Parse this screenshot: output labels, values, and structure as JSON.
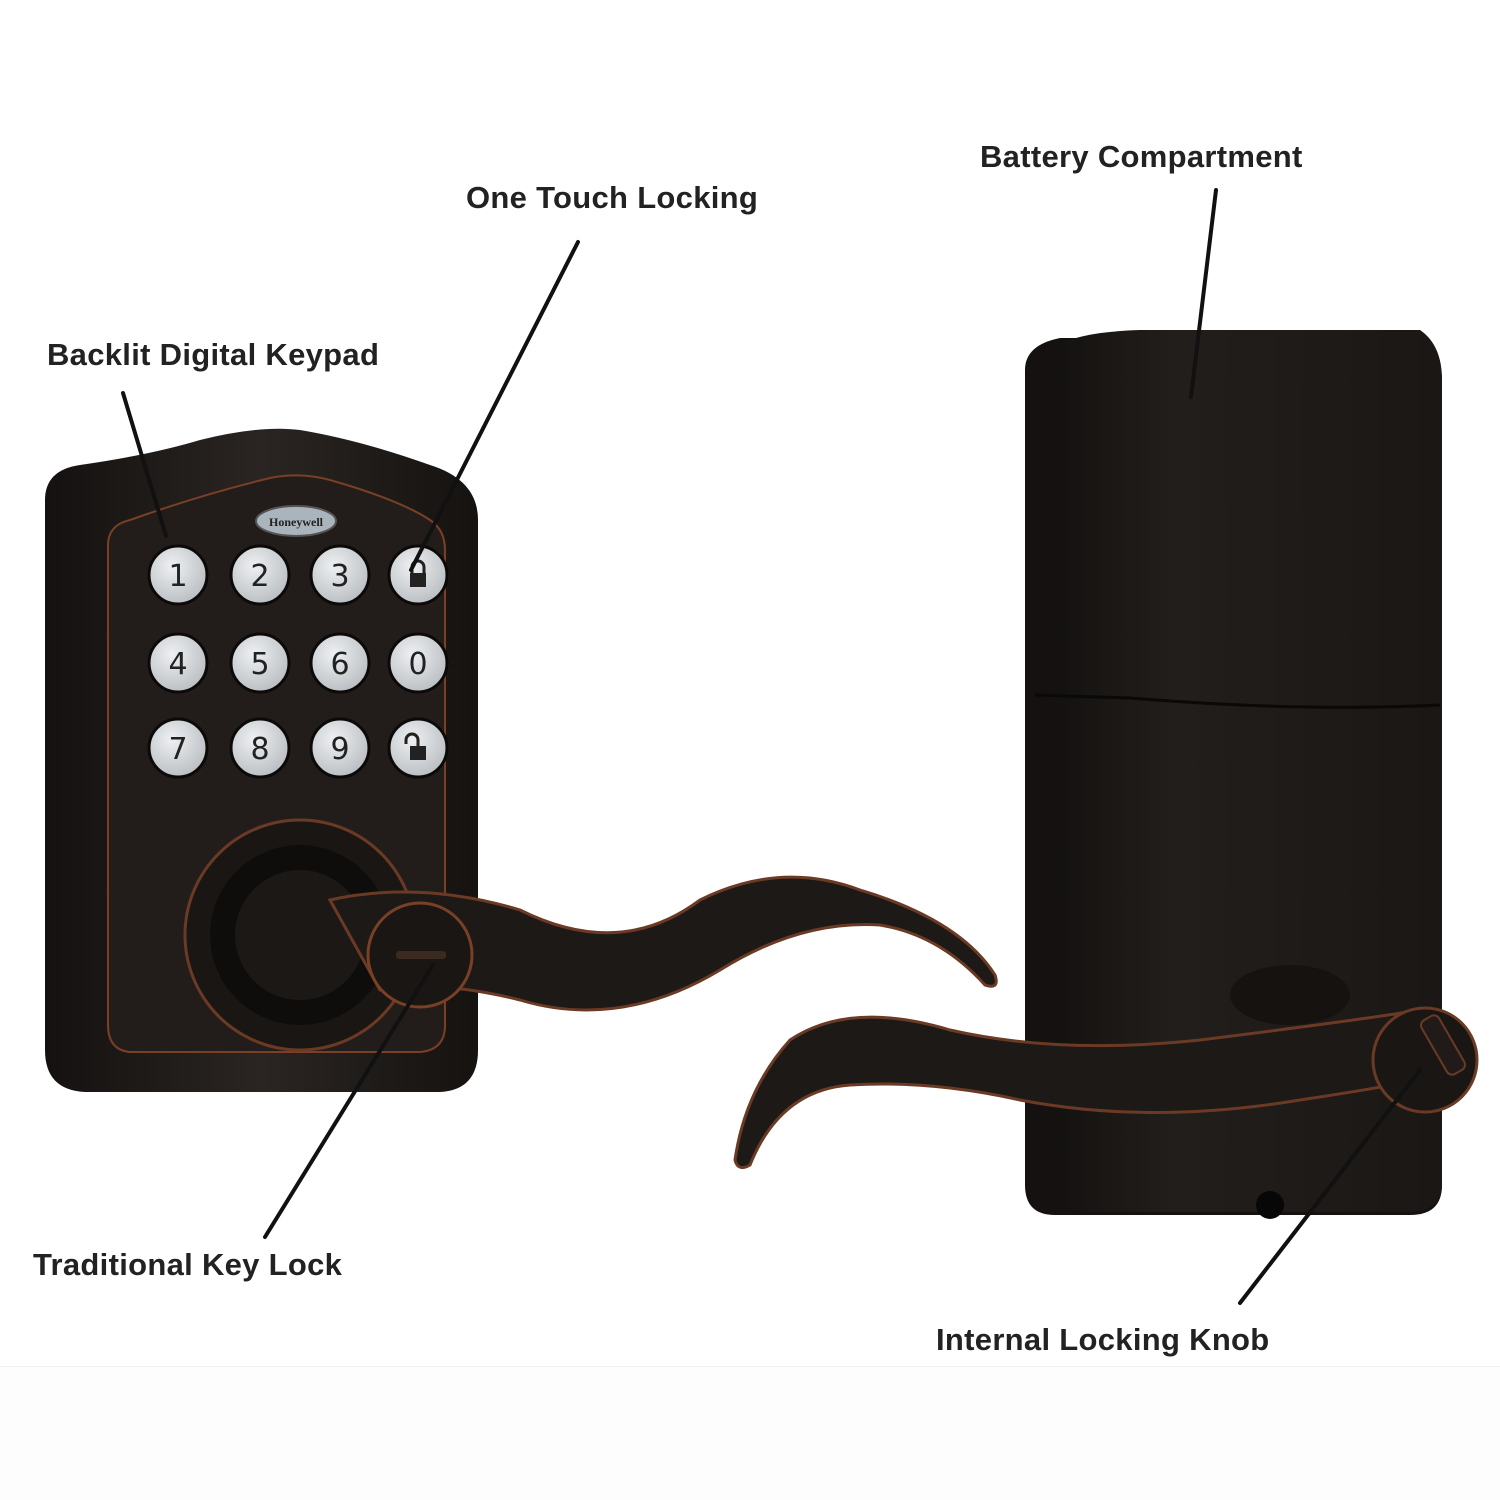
{
  "brand": "Honeywell",
  "callouts": {
    "keypad": "Backlit Digital Keypad",
    "one_touch": "One Touch Locking",
    "battery": "Battery Compartment",
    "key_lock": "Traditional Key Lock",
    "knob": "Internal Locking Knob"
  },
  "keys": [
    "1",
    "2",
    "3",
    "lock",
    "4",
    "5",
    "6",
    "0",
    "7",
    "8",
    "9",
    "unlock"
  ],
  "colors": {
    "finish": "#1c1816",
    "bronze": "#8a4a2a",
    "key": "#cfd3d6",
    "text": "#222222"
  }
}
